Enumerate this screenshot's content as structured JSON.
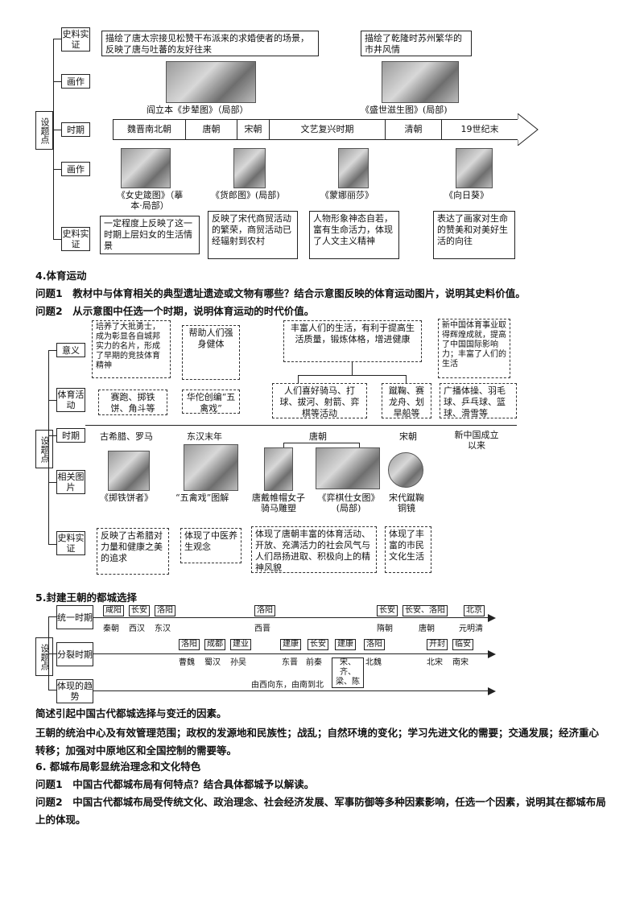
{
  "s1": {
    "side": "设题点",
    "row_labels": [
      "史料实证",
      "画作",
      "时期",
      "画作",
      "史料实证"
    ],
    "top_notes": [
      "描绘了唐太宗接见松赞干布派来的求婚使者的场景，反映了唐与吐蕃的友好往来",
      "描绘了乾隆时苏州繁华的市井风情"
    ],
    "top_captions": [
      "阎立本《步辇图》（局部）",
      "《盛世滋生图》(局部)"
    ],
    "timeline": [
      "魏晋南北朝",
      "唐朝",
      "宋朝",
      "文艺复兴时期",
      "清朝",
      "19世纪末"
    ],
    "bottom_captions": [
      "《女史箴图》（摹本·局部）",
      "《货郎图》(局部)",
      "《蒙娜丽莎》",
      "《向日葵》"
    ],
    "bottom_notes": [
      "一定程度上反映了这一时期上层妇女的生活情景",
      "反映了宋代商贸活动的繁荣，商贸活动已经辐射到农村",
      "人物形象神态自若，富有生命活力，体现了人文主义精神",
      "表达了画家对生命的赞美和对美好生活的向往"
    ]
  },
  "s4": {
    "heading": "4.体育运动",
    "q1": "问题1　教材中与体育相关的典型遗址遗迹或文物有哪些？结合示意图反映的体育运动图片，说明其史料价值。",
    "q2": "问题2　从示意图中任选一个时期，说明体育运动的时代价值。",
    "side": "设题点",
    "row_labels": [
      "意义",
      "体育活动",
      "时期",
      "相关图片",
      "史料实证"
    ],
    "meanings": [
      "培养了大批勇士，成为彰显各自城邦实力的名片，形成了早期的竞技体育精神",
      "帮助人们强身健体",
      "丰富人们的生活，有利于提高生活质量，锻炼体格，增进健康",
      "新中国体育事业取得辉煌成就，提高了中国国际影响力；丰富了人们的生活"
    ],
    "activities": [
      "赛跑、掷铁饼、角斗等",
      "华佗创编“五禽戏”",
      "人们喜好骑马、打球、拔河、射箭、弈棋等活动",
      "蹴鞠、赛龙舟、划旱船等",
      "广播体操、羽毛球、乒乓球、篮球、滑雪等"
    ],
    "periods": [
      "古希腊、罗马",
      "东汉末年",
      "唐朝",
      "宋朝",
      "新中国成立以来"
    ],
    "pic_captions": [
      "《掷铁饼者》",
      "“五禽戏”图解",
      "唐戴帷帽女子骑马雕塑",
      "《弈棋仕女图》(局部)",
      "宋代蹴鞠铜镜"
    ],
    "evidence": [
      "反映了古希腊对力量和健康之美的追求",
      "体现了中医养生观念",
      "体现了唐朝丰富的体育活动、开放、充满活力的社会风气与人们昂扬进取、积极向上的精神风貌",
      "体现了丰富的市民文化生活"
    ]
  },
  "s5": {
    "heading": "5.封建王朝的都城选择",
    "side": "设题点",
    "row_labels": [
      "统一时期",
      "分裂时期",
      "体现的趋势"
    ],
    "unified_cities": [
      "咸阳",
      "长安",
      "洛阳",
      "洛阳",
      "长安",
      "长安、洛阳",
      "北京"
    ],
    "unified_dynasties": [
      "秦朝",
      "西汉",
      "东汉",
      "西晋",
      "隋朝",
      "唐朝",
      "元明清"
    ],
    "split_cities": [
      "洛阳",
      "成都",
      "建业",
      "建康",
      "长安",
      "建康",
      "洛阳",
      "开封",
      "临安"
    ],
    "split_dynasties": [
      "曹魏",
      "蜀汉",
      "孙吴",
      "东晋",
      "前秦",
      "宋、齐、梁、陈",
      "北魏",
      "北宋",
      "南宋"
    ],
    "trend": "由西向东，由南到北",
    "question": "简述引起中国古代都城选择与变迁的因素。",
    "answer": "王朝的统治中心及有效管理范围；政权的发源地和民族性；战乱；自然环境的变化；学习先进文化的需要；交通发展；经济重心转移；加强对中原地区和全国控制的需要等。"
  },
  "s6": {
    "heading": "6.  都城布局彰显统治理念和文化特色",
    "q1": "问题1　中国古代都城布局有何特点？结合具体都城予以解读。",
    "q2": "问题2　中国古代都城布局受传统文化、政治理念、社会经济发展、军事防御等多种因素影响，任选一个因素，说明其在都城布局上的体现。"
  }
}
